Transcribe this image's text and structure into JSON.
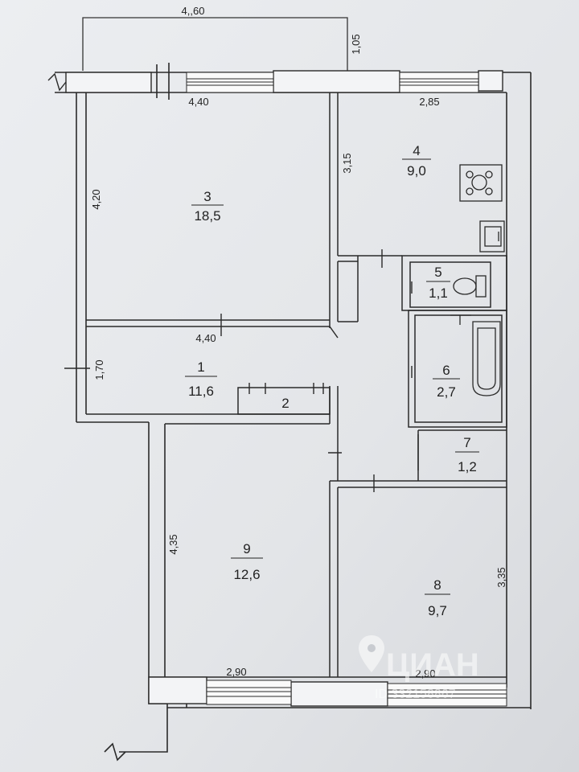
{
  "plan": {
    "balcony_width": "4,,60",
    "balcony_depth": "1,05",
    "dimensions": {
      "room3_width_top": "4,40",
      "room3_height": "4,20",
      "room3_width_bottom": "4,40",
      "room4_width": "2,85",
      "room4_height": "3,15",
      "room1_height": "1,70",
      "room9_height": "4,35",
      "room9_width": "2,90",
      "room8_width": "2,90",
      "room8_height": "3,35"
    },
    "rooms": [
      {
        "number": "1",
        "area": "11,6"
      },
      {
        "number": "2",
        "area": ""
      },
      {
        "number": "3",
        "area": "18,5"
      },
      {
        "number": "4",
        "area": "9,0"
      },
      {
        "number": "5",
        "area": "1,1"
      },
      {
        "number": "6",
        "area": "2,7"
      },
      {
        "number": "7",
        "area": "1,2"
      },
      {
        "number": "8",
        "area": "9,7"
      },
      {
        "number": "9",
        "area": "12,6"
      }
    ],
    "watermark": {
      "brand": "ЦИАН",
      "id": "ID 332158867"
    },
    "fixtures": [
      "stove-icon",
      "sink-icon",
      "toilet-icon",
      "bathtub-icon"
    ]
  }
}
